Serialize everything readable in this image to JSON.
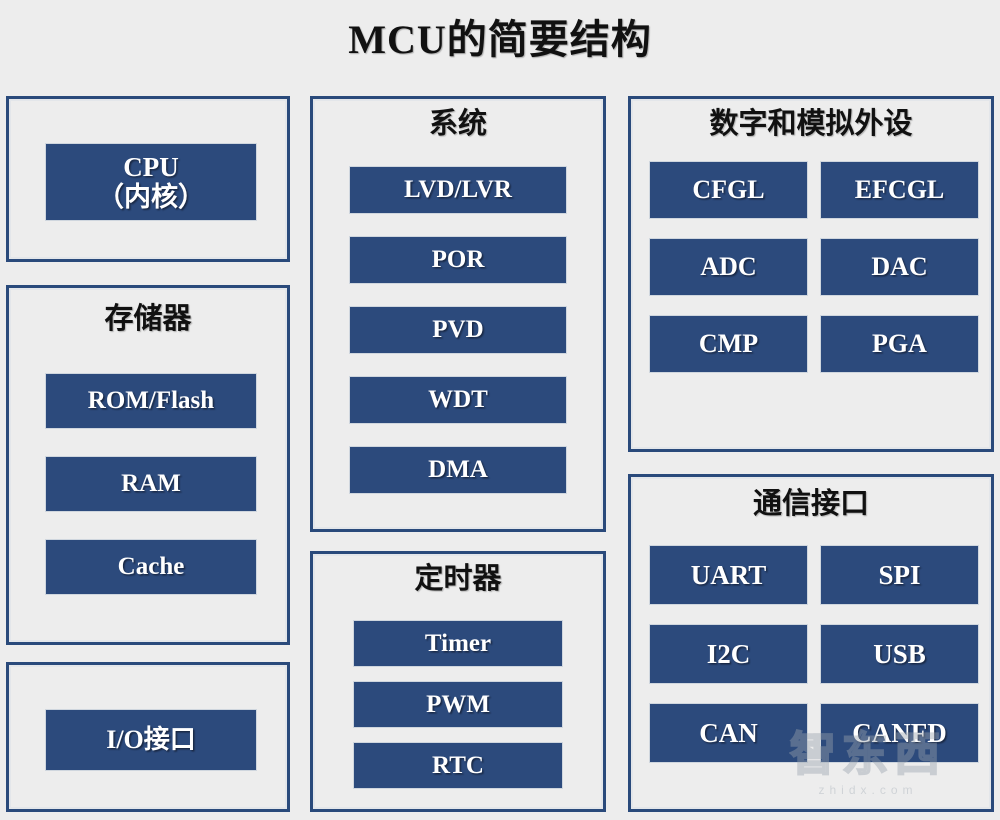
{
  "title": "MCU的简要结构",
  "colors": {
    "chip_fill": "#2c4a7c",
    "panel_border": "#2a4a7b",
    "background": "#ededed",
    "chip_text": "#ffffff",
    "title_text": "#111111"
  },
  "panels": {
    "cpu": {
      "chip_line1": "CPU",
      "chip_line2": "（内核）"
    },
    "memory": {
      "title": "存储器",
      "chips": [
        "ROM/Flash",
        "RAM",
        "Cache"
      ]
    },
    "io": {
      "chip": "I/O接口"
    },
    "system": {
      "title": "系统",
      "chips": [
        "LVD/LVR",
        "POR",
        "PVD",
        "WDT",
        "DMA"
      ]
    },
    "timer": {
      "title": "定时器",
      "chips": [
        "Timer",
        "PWM",
        "RTC"
      ]
    },
    "peripherals": {
      "title": "数字和模拟外设",
      "chips": [
        "CFGL",
        "EFCGL",
        "ADC",
        "DAC",
        "CMP",
        "PGA"
      ]
    },
    "communication": {
      "title": "通信接口",
      "chips": [
        "UART",
        "SPI",
        "I2C",
        "USB",
        "CAN",
        "CANFD"
      ]
    }
  },
  "watermark": {
    "text": "智东西",
    "sub": "zhidx.com"
  }
}
